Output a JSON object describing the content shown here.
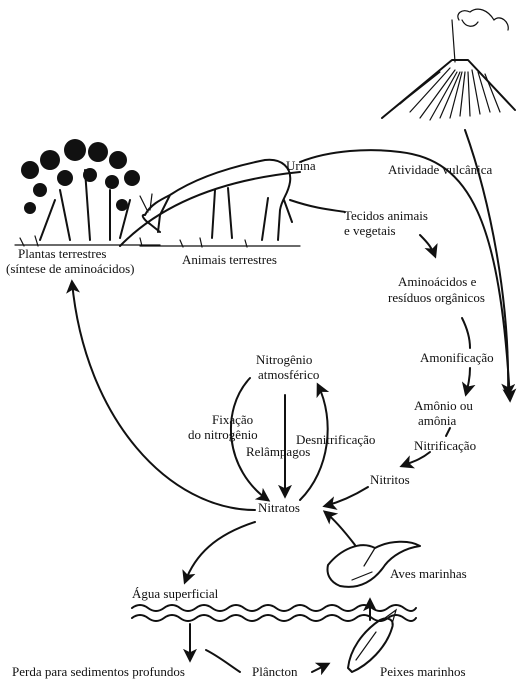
{
  "labels": {
    "volcano": "Atividade vulcânica",
    "urina": "Urina",
    "tecidos_1": "Tecidos animais",
    "tecidos_2": "e vegetais",
    "plantas_1": "Plantas terrestres",
    "plantas_2": "(síntese de aminoácidos)",
    "animais": "Animais terrestres",
    "aminoacidos_1": "Aminoácidos e",
    "aminoacidos_2": "resíduos orgânicos",
    "amonificacao": "Amonificação",
    "amonio_1": "Amônio ou",
    "amonio_2": "amônia",
    "nitrificacao": "Nitrificação",
    "nitrogenio_1": "Nitrogênio",
    "nitrogenio_2": "atmosférico",
    "fixacao_1": "Fixação",
    "fixacao_2": "do nitrogênio",
    "desnitrificacao": "Desnitrificação",
    "relampagos": "Relâmpagos",
    "nitritos": "Nitritos",
    "nitratos": "Nitratos",
    "aves": "Aves marinhas",
    "agua": "Água superficial",
    "perda": "Perda para sedimentos profundos",
    "plancton": "Plâncton",
    "peixes": "Peixes marinhos"
  },
  "icons": [
    "volcano-icon",
    "shrub-icon",
    "deer-icon",
    "seabird-icon",
    "fish-icon",
    "water-waves-icon"
  ]
}
